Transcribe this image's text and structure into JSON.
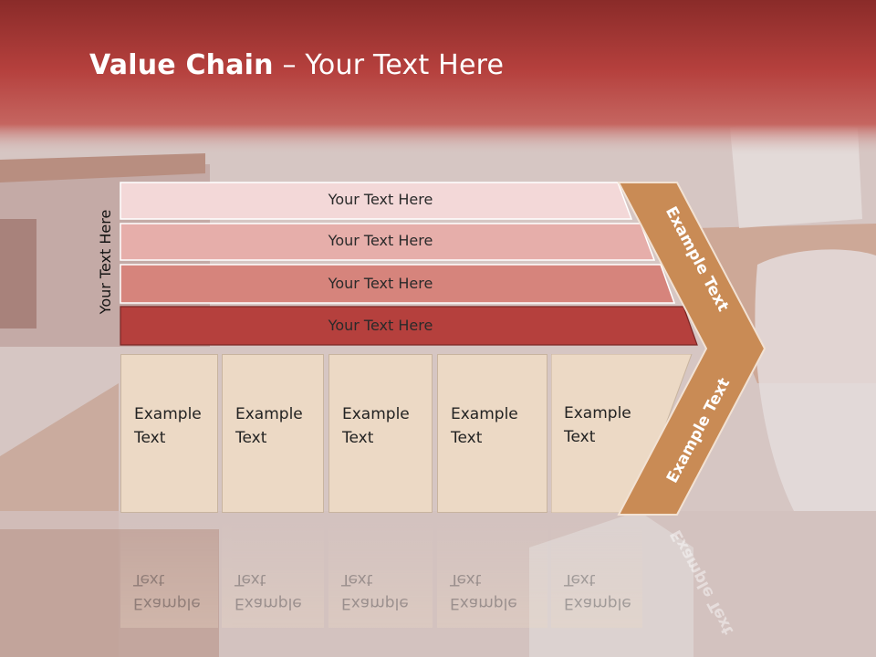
{
  "title": {
    "bold": "Value Chain",
    "rest": " – Your Text Here"
  },
  "side_label": "Your Text Here",
  "rows": [
    "Your Text Here",
    "Your Text Here",
    "Your Text Here",
    "Your Text Here"
  ],
  "boxes": [
    {
      "line1": "Example",
      "line2": "Text"
    },
    {
      "line1": "Example",
      "line2": "Text"
    },
    {
      "line1": "Example",
      "line2": "Text"
    },
    {
      "line1": "Example",
      "line2": "Text"
    },
    {
      "line1": "Example",
      "line2": "Text"
    }
  ],
  "chevron": {
    "upper_text": "Example Text",
    "lower_text": "Example Text"
  },
  "colors": {
    "header": "#b5403d",
    "row1": "#f3d8d8",
    "row2": "#e6aeaa",
    "row3": "#d6847c",
    "row4": "#b5403d",
    "boxes": "#ecd9c5",
    "chevron": "#c98b55"
  }
}
